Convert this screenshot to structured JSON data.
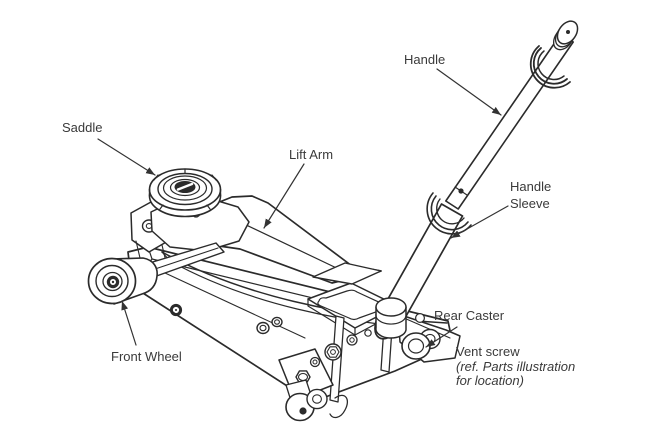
{
  "diagram": {
    "background_color": "#ffffff",
    "line_color": "#2b2b2b",
    "text_color": "#3a3a3a",
    "labels": {
      "saddle": "Saddle",
      "handle": "Handle",
      "lift_arm": "Lift Arm",
      "handle_sleeve_line1": "Handle",
      "handle_sleeve_line2": "Sleeve",
      "rear_caster": "Rear Caster",
      "front_wheel": "Front Wheel",
      "vent_screw": "Vent screw",
      "vent_screw_note_line1": "(ref. Parts illustration",
      "vent_screw_note_line2": "for location)"
    }
  }
}
